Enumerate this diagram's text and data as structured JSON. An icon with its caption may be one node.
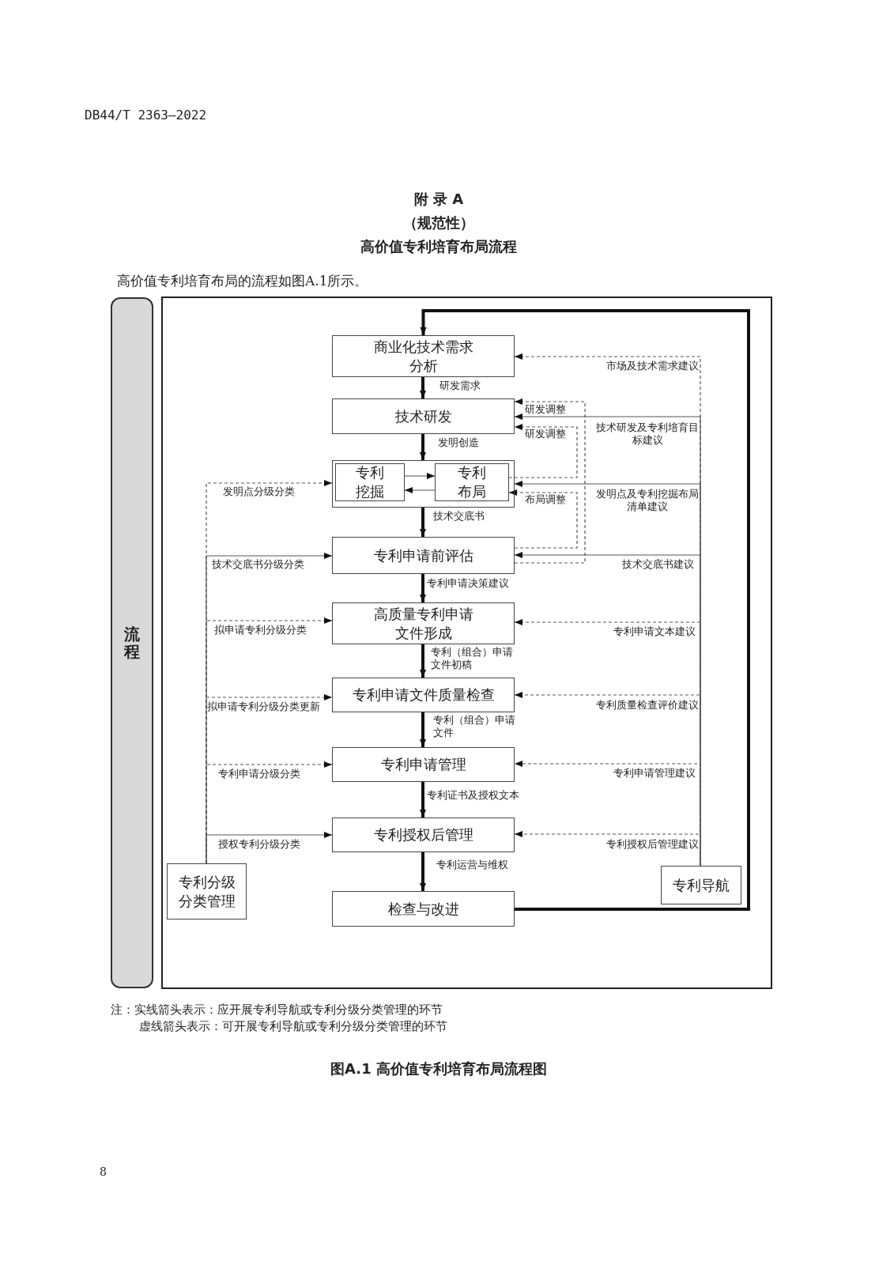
{
  "diagram": {
    "title": "高价值专利培育布局流程",
    "caption": "图A.1 高价值专利培育布局流程图",
    "nodes": [
      {
        "text": [
          "流程"
        ]
      },
      {
        "text": [
          "商业化技术需求分析"
        ]
      },
      {
        "text": [
          "技术研发"
        ]
      },
      {
        "text": [],
        "shape": "box"
      },
      {
        "text": [
          "专利挖掘"
        ],
        "in": 3
      },
      {
        "text": [
          "专利布局"
        ],
        "in": 3
      },
      {
        "text": [
          "专利申请前评估"
        ]
      },
      {
        "text": [
          "高质量专利申请文件形成"
        ]
      },
      {
        "text": [
          "专利申请文件质量检查"
        ]
      },
      {
        "text": [
          "专利申请管理"
        ]
      },
      {
        "text": [
          "专利授权后管理"
        ]
      },
      {
        "text": [
          "检查与改进"
        ]
      },
      {
        "text": [
          "专利分级分类管理"
        ]
      },
      {
        "text": [
          "专利导航"
        ]
      }
    ],
    "edges": [
      {
        "from": 1,
        "to": 2,
        "arrow": "to",
        "label": "研发需求",
        "style": "thick"
      },
      {
        "from": 2,
        "to": 3,
        "arrow": "to",
        "label": "发明创造",
        "style": "thick"
      },
      {
        "from": 4,
        "to": 5,
        "arrow": "to"
      },
      {
        "from": 5,
        "to": 4,
        "arrow": "to"
      },
      {
        "from": 3,
        "to": 6,
        "arrow": "to",
        "label": "技术交底书",
        "style": "thick"
      },
      {
        "from": 6,
        "to": 7,
        "arrow": "to",
        "label": "专利申请决策建议",
        "style": "thick"
      },
      {
        "from": 7,
        "to": 8,
        "arrow": "to",
        "label": "专利（组合）申请文件初稿",
        "style": "thick"
      },
      {
        "from": 8,
        "to": 9,
        "arrow": "to",
        "label": "专利（组合）申请文件",
        "style": "thick"
      },
      {
        "from": 9,
        "to": 10,
        "arrow": "to",
        "label": "专利证书及授权文本",
        "style": "thick"
      },
      {
        "from": 10,
        "to": 11,
        "arrow": "to",
        "label": "专利运营与维权",
        "style": "thick"
      },
      {
        "from": 11,
        "to": 1,
        "arrow": "to",
        "style": "thick"
      },
      {
        "from": 13,
        "to": 1,
        "arrow": "to",
        "label": "市场及技术需求建议",
        "style": "dashed"
      },
      {
        "from": 13,
        "to": 2,
        "arrow": "to",
        "label": "技术研发及专利培育目标建议"
      },
      {
        "from": 13,
        "to": 3,
        "arrow": "to",
        "label": "发明点及专利挖掘布局清单建议"
      },
      {
        "from": 13,
        "to": 6,
        "arrow": "to",
        "label": "技术交底书建议"
      },
      {
        "from": 13,
        "to": 7,
        "arrow": "to",
        "label": "专利申请文本建议",
        "style": "dashed"
      },
      {
        "from": 13,
        "to": 8,
        "arrow": "to",
        "label": "专利质量检查评价建议",
        "style": "dashed"
      },
      {
        "from": 13,
        "to": 9,
        "arrow": "to",
        "label": "专利申请管理建议",
        "style": "dashed"
      },
      {
        "from": 13,
        "to": 10,
        "arrow": "to",
        "label": "专利授权后管理建议",
        "style": "dashed"
      },
      {
        "from": 6,
        "to": 2,
        "arrow": "to",
        "label": "研发调整",
        "style": "dashed"
      },
      {
        "from": 5,
        "to": 2,
        "arrow": "to",
        "label": "研发调整",
        "style": "dashed"
      },
      {
        "from": 6,
        "to": 5,
        "arrow": "to",
        "label": "布局调整",
        "style": "dashed"
      },
      {
        "from": 12,
        "to": 3,
        "arrow": "to",
        "label": "发明点分级分类",
        "style": "dashed"
      },
      {
        "from": 12,
        "to": 6,
        "arrow": "to",
        "label": "技术交底书分级分类"
      },
      {
        "from": 12,
        "to": 7,
        "arrow": "to",
        "label": "拟申请专利分级分类",
        "style": "dashed"
      },
      {
        "from": 12,
        "to": 8,
        "arrow": "to",
        "label": "拟申请专利分级分类更新",
        "style": "dashed"
      },
      {
        "from": 12,
        "to": 9,
        "arrow": "to",
        "label": "专利申请分级分类",
        "style": "dashed"
      },
      {
        "from": 12,
        "to": 10,
        "arrow": "to",
        "label": "授权专利分级分类"
      }
    ],
    "labels": [
      "DB44/T 2363—2022",
      "附 录 A",
      "（规范性）",
      "高价值专利培育布局的流程如图A.1所示。",
      "注：实线箭头表示：应开展专利导航或专利分级分类管理的环节",
      "虚线箭头表示：可开展专利导航或专利分级分类管理的环节",
      "8"
    ]
  }
}
